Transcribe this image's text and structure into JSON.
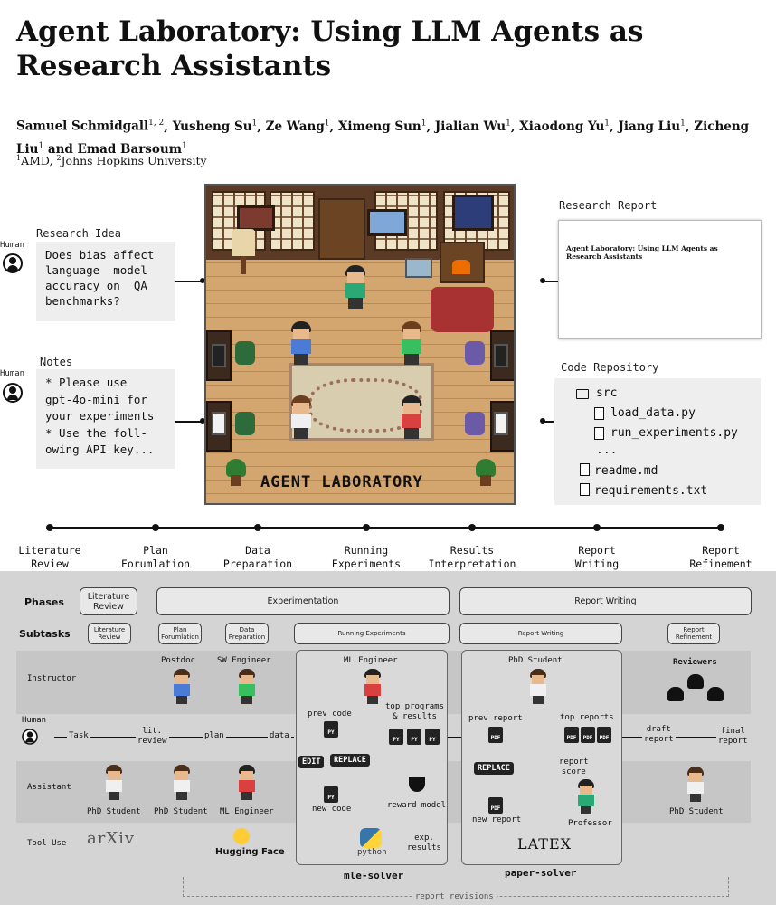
{
  "paper": {
    "title": "Agent Laboratory: Using LLM Agents as Research Assistants",
    "authors_line1": "Samuel Schmidgall",
    "authors_line1_sup": "1, 2",
    "authors": [
      {
        "name": "Yusheng Su",
        "sup": "1"
      },
      {
        "name": "Ze Wang",
        "sup": "1"
      },
      {
        "name": "Ximeng Sun",
        "sup": "1"
      },
      {
        "name": "Jialian Wu",
        "sup": "1"
      },
      {
        "name": "Xiaodong Yu",
        "sup": "1"
      },
      {
        "name": "Jiang Liu",
        "sup": "1"
      },
      {
        "name": "Zicheng Liu",
        "sup": "1"
      },
      {
        "name": "Emad Barsoum",
        "sup": "1"
      }
    ],
    "affiliation_1": "AMD",
    "affiliation_2": "Johns Hopkins University"
  },
  "inputs": {
    "idea_label": "Research Idea",
    "idea_text": "Does bias affect\nlanguage  model\naccuracy on  QA\nbenchmarks?",
    "notes_label": "Notes",
    "notes_text": "* Please use\ngpt-4o-mini for\nyour experiments\n* Use the foll-\nowing API key...",
    "human_label": "Human"
  },
  "room": {
    "sign": "AGENT LABORATORY"
  },
  "outputs": {
    "report_label": "Research Report",
    "report_title": "Agent Laboratory: Using LLM Agents as Research Assistants",
    "repo_label": "Code Repository",
    "repo_items": [
      "src",
      "load_data.py",
      "run_experiments.py",
      "...",
      "readme.md",
      "requirements.txt"
    ]
  },
  "timeline": [
    "Literature\nReview",
    "Plan\nForumlation",
    "Data\nPreparation",
    "Running\nExperiments",
    "Results\nInterpretation",
    "Report\nWriting",
    "Report\nRefinement"
  ],
  "workflow": {
    "phases_label": "Phases",
    "subtasks_label": "Subtasks",
    "phases": [
      "Literature Review",
      "Experimentation",
      "Report Writing"
    ],
    "subtasks": [
      "Literature Review",
      "Plan Forumlation",
      "Data Preparation",
      "Running Experiments",
      "Report Writing",
      "Report Refinement"
    ],
    "rows": [
      "Instructor",
      "Human",
      "Assistant",
      "Tool Use"
    ],
    "instructors": [
      "Postdoc",
      "SW Engineer",
      "ML Engineer",
      "PhD Student",
      "Reviewers"
    ],
    "flow": [
      "Task",
      "lit.\nreview",
      "plan",
      "data",
      "draft\nreport",
      "final\nreport"
    ],
    "assistants": [
      "PhD Student",
      "PhD Student",
      "ML Engineer",
      "PhD Student"
    ],
    "mle": {
      "name": "mle-solver",
      "prev_code": "prev code",
      "edit": "EDIT",
      "replace": "REPLACE",
      "new_code": "new code",
      "top": "top programs\n& results",
      "reward": "reward model",
      "exp": "exp.\nresults",
      "python": "python"
    },
    "paper": {
      "name": "paper-solver",
      "prev_report": "prev report",
      "replace": "REPLACE",
      "new_report": "new report",
      "top_reports": "top reports",
      "score": "report\nscore",
      "professor": "Professor",
      "latex": "LATEX"
    },
    "tools": [
      "arXiv",
      "Hugging Face"
    ],
    "revisions": "report revisions"
  }
}
